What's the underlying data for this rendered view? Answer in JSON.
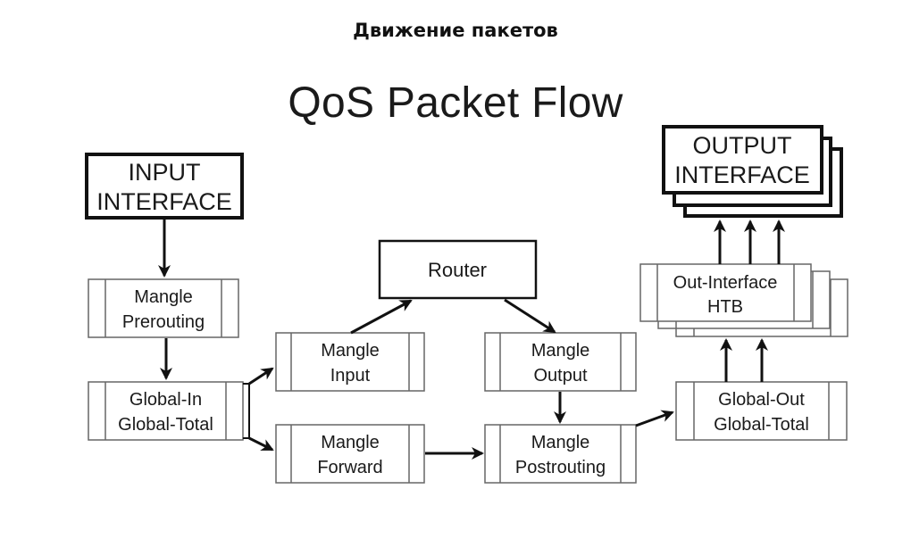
{
  "heading": "Движение пакетов",
  "title": "QoS Packet Flow",
  "nodes": {
    "input_interface": {
      "line1": "INPUT",
      "line2": "INTERFACE"
    },
    "mangle_prerouting": {
      "line1": "Mangle",
      "line2": "Prerouting"
    },
    "global_in": {
      "line1": "Global-In",
      "line2": "Global-Total"
    },
    "mangle_input": {
      "line1": "Mangle",
      "line2": "Input"
    },
    "mangle_forward": {
      "line1": "Mangle",
      "line2": "Forward"
    },
    "router": {
      "line1": "Router"
    },
    "mangle_output": {
      "line1": "Mangle",
      "line2": "Output"
    },
    "mangle_postrouting": {
      "line1": "Mangle",
      "line2": "Postrouting"
    },
    "global_out": {
      "line1": "Global-Out",
      "line2": "Global-Total"
    },
    "out_interface_htb": {
      "line1": "Out-Interface",
      "line2": "HTB"
    },
    "output_interface": {
      "line1": "OUTPUT",
      "line2": "INTERFACE"
    }
  },
  "edges": [
    {
      "from": "input_interface",
      "to": "mangle_prerouting"
    },
    {
      "from": "mangle_prerouting",
      "to": "global_in"
    },
    {
      "from": "global_in",
      "to": "mangle_input"
    },
    {
      "from": "global_in",
      "to": "mangle_forward"
    },
    {
      "from": "mangle_input",
      "to": "router"
    },
    {
      "from": "router",
      "to": "mangle_output"
    },
    {
      "from": "mangle_output",
      "to": "mangle_postrouting"
    },
    {
      "from": "mangle_forward",
      "to": "mangle_postrouting"
    },
    {
      "from": "mangle_postrouting",
      "to": "global_out"
    },
    {
      "from": "global_out",
      "to": "out_interface_htb",
      "count": 2
    },
    {
      "from": "out_interface_htb",
      "to": "output_interface",
      "count": 3
    }
  ],
  "colors": {
    "line": "#222222",
    "box_border": "#555555",
    "background": "#ffffff"
  }
}
